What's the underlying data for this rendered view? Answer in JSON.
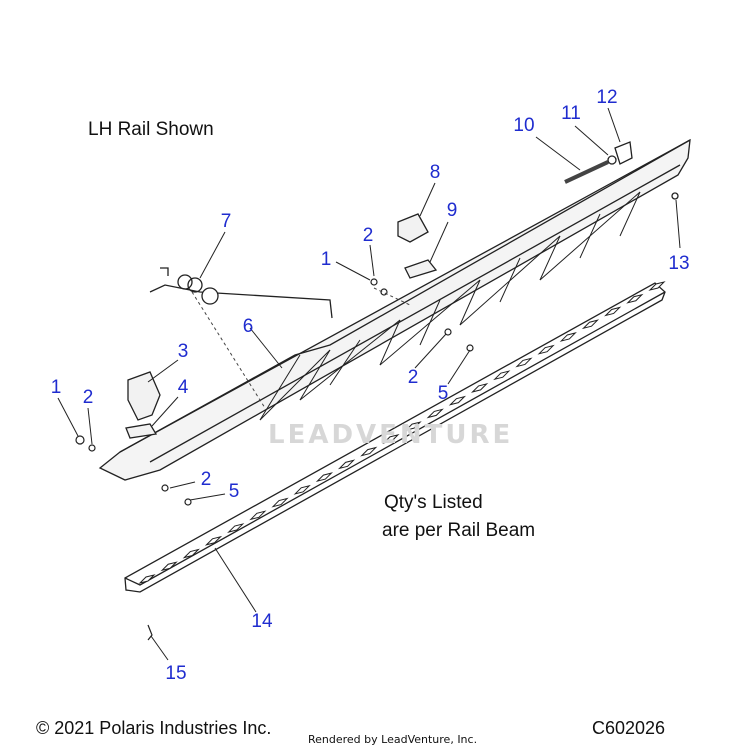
{
  "notes": {
    "rail_shown": "LH Rail Shown",
    "qty_line1": "Qty's Listed",
    "qty_line2": "are per Rail Beam"
  },
  "callouts": [
    {
      "id": "c1a",
      "label": "1"
    },
    {
      "id": "c2a",
      "label": "2"
    },
    {
      "id": "c1b",
      "label": "1"
    },
    {
      "id": "c2b",
      "label": "2"
    },
    {
      "id": "c3",
      "label": "3"
    },
    {
      "id": "c4",
      "label": "4"
    },
    {
      "id": "c2c",
      "label": "2"
    },
    {
      "id": "c5a",
      "label": "5"
    },
    {
      "id": "c6",
      "label": "6"
    },
    {
      "id": "c7",
      "label": "7"
    },
    {
      "id": "c8",
      "label": "8"
    },
    {
      "id": "c9",
      "label": "9"
    },
    {
      "id": "c2d",
      "label": "2"
    },
    {
      "id": "c5b",
      "label": "5"
    },
    {
      "id": "c10",
      "label": "10"
    },
    {
      "id": "c11",
      "label": "11"
    },
    {
      "id": "c12",
      "label": "12"
    },
    {
      "id": "c13",
      "label": "13"
    },
    {
      "id": "c14",
      "label": "14"
    },
    {
      "id": "c15",
      "label": "15"
    }
  ],
  "watermark": "LEADVENTURE",
  "footer": {
    "copyright": "© 2021 Polaris Industries Inc.",
    "rendered_by": "Rendered by LeadVenture, Inc.",
    "code": "C602026"
  },
  "colors": {
    "callout": "#1f2ccf",
    "line": "#222222",
    "watermark": "#d7d7d7"
  }
}
